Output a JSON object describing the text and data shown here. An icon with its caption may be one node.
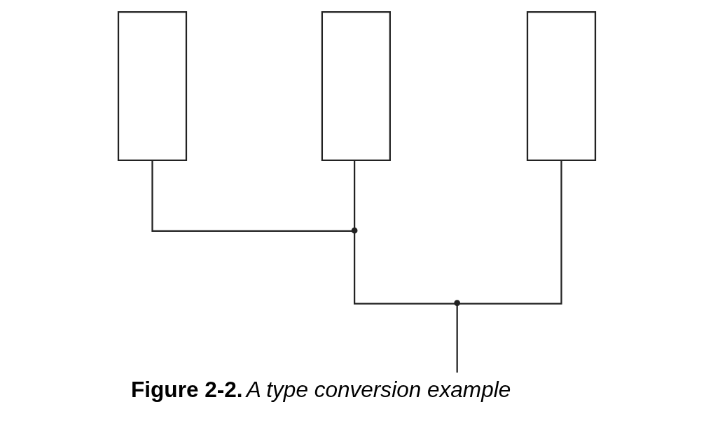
{
  "diagram": {
    "caption": "**Figure 2-2.** *A type conversion example*",
    "nodes": [
      {
        "text": [],
        "shape": "box"
      },
      {
        "text": [],
        "shape": "box"
      },
      {
        "text": [],
        "shape": "box"
      },
      {
        "text": [],
        "shape": "point"
      },
      {
        "text": [],
        "shape": "point"
      }
    ],
    "edges": [
      {
        "from": 0,
        "to": 3,
        "arrow": "none"
      },
      {
        "from": 1,
        "to": 3,
        "arrow": "none"
      },
      {
        "from": 3,
        "to": 4,
        "arrow": "none"
      },
      {
        "from": 2,
        "to": 4,
        "arrow": "none"
      },
      {
        "from": 4,
        "to": null,
        "arrow": "none"
      }
    ]
  }
}
